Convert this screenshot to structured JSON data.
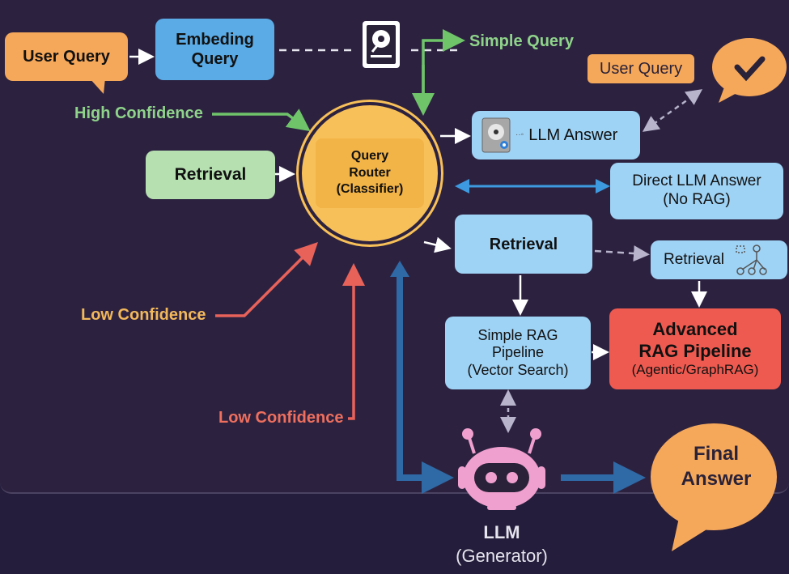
{
  "colors": {
    "background": "#241d3b",
    "panel": "#2c2240",
    "orange": "#f6a85a",
    "blue": "#5aabe6",
    "light_blue": "#9fd3f5",
    "green_box": "#b7e0b1",
    "router": "#f8c058",
    "router_inner": "#f2b347",
    "red": "#ef5a50",
    "pink": "#f0a0cf",
    "green_line": "#6fc46a",
    "red_line": "#e8625a",
    "dark_blue": "#2f69a6",
    "bright_blue": "#3d9ae0"
  },
  "nodes": {
    "user_query_bubble": "User Query",
    "embedding_query": [
      "Embeding",
      "Query"
    ],
    "retrieval_left": "Retrieval",
    "router": [
      "Query",
      "Router",
      "(Classifier)"
    ],
    "llm_answer": "LLM Answer",
    "user_query_tag": "User Query",
    "direct_llm_answer": [
      "Direct LLM Answer",
      "(No RAG)"
    ],
    "retrieval_main": "Retrieval",
    "retrieval_graph": "Retrieval",
    "simple_rag": [
      "Simple RAG",
      "Pipeline",
      "(Vector Search)"
    ],
    "advanced_rag": [
      "Advanced",
      "RAG Pipeline",
      "(Agentic/GraphRAG)"
    ],
    "llm_generator": [
      "LLM",
      "(Generator)"
    ],
    "final_answer": [
      "Final",
      "Answer"
    ]
  },
  "labels": {
    "simple_query": "Simple Query",
    "high_confidence": "High Confidence",
    "low_confidence_1": "Low Confidence",
    "low_confidence_2": "Low Confidence"
  },
  "icons": {
    "storage": "hard-drive-icon",
    "check": "checkmark-icon",
    "llm_answer": "hard-drive-icon",
    "graph": "graph-tree-icon",
    "robot": "robot-icon"
  }
}
